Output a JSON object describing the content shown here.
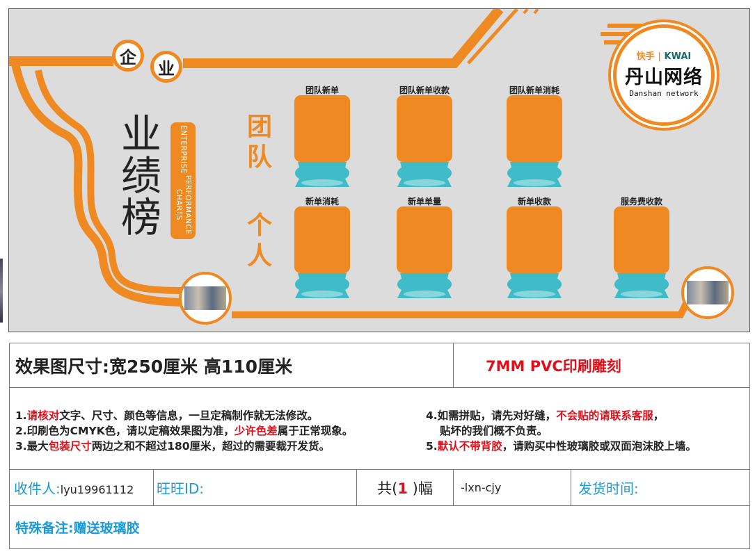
{
  "board": {
    "badge_chars": [
      "企",
      "业"
    ],
    "title_chars": [
      "业",
      "绩",
      "榜"
    ],
    "english": [
      "ENTERPRISE",
      "PERFORMANCE CHARTS"
    ],
    "section_team": [
      "团",
      "队"
    ],
    "section_person": [
      "个",
      "人"
    ],
    "team_cards": [
      "团队新单",
      "团队新单收款",
      "团队新单消耗"
    ],
    "person_cards": [
      "新单消耗",
      "新单单量",
      "新单收款",
      "服务费收款"
    ],
    "logo": {
      "kuaishou": "快手",
      "kwai": "KWAI",
      "name": "丹山网络",
      "name_en": "Danshan network"
    }
  },
  "colors": {
    "orange": "#ef8a22",
    "teal": "#3fbcc8",
    "red": "#e0101a",
    "blue": "#1a9ad6"
  },
  "spec": {
    "size": "效果图尺寸:宽250厘米  高110厘米",
    "material": "7MM PVC印刷雕刻"
  },
  "notes": {
    "n1_pre": "1.",
    "n1_red": "请核对",
    "n1_post": "文字、尺寸、颜色等信息，一旦定稿制作就无法修改。",
    "n2_pre": "2.印刷色为CMYK色，请以定稿效果图为准，",
    "n2_red": "少许色差",
    "n2_post": "属于正常现象。",
    "n3_pre": "3.最大",
    "n3_red": "包装尺寸",
    "n3_post": "两边之和不超过180厘米，超过的需要裁开发货。",
    "n4_pre": "4.如需拼贴，请先对好缝，",
    "n4_red": "不会贴的请联系客服",
    "n4_post": "，",
    "n4_line2": "贴坏的我们概不负责。",
    "n5_pre": "5.",
    "n5_red": "默认不带背胶",
    "n5_post": "，请购买中性玻璃胶或双面泡沫胶上墙。"
  },
  "order": {
    "recipient_label": "收件人:",
    "recipient_value": "lyu19961112",
    "wangwang_label": "旺旺ID:",
    "count_pre": "共(",
    "count_value": "1",
    "count_post": " )幅",
    "code": "-lxn-cjy",
    "ship_label": "发货时间:",
    "remark": "特殊备注:赠送玻璃胶"
  }
}
